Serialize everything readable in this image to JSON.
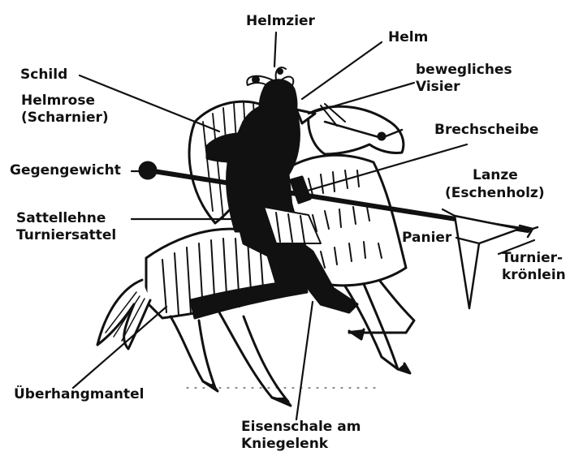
{
  "colors": {
    "ink": "#111111",
    "paper": "#ffffff"
  },
  "labels": {
    "helmzier": "Helmzier",
    "helm": "Helm",
    "visier_1": "bewegliches",
    "visier_2": "Visier",
    "schild": "Schild",
    "helmrose_1": "Helmrose",
    "helmrose_2": "(Scharnier)",
    "brechscheibe": "Brechscheibe",
    "gegengewicht": "Gegengewicht",
    "lanze_1": "Lanze",
    "lanze_2": "(Eschenholz)",
    "sattellehne_1": "Sattellehne",
    "sattellehne_2": "Turniersattel",
    "panier": "Panier",
    "turnier_1": "Turnier-",
    "turnier_2": "krönlein",
    "ueberhangmantel": "Überhangmantel",
    "eisenschale_1": "Eisenschale am",
    "eisenschale_2": "Kniegelenk"
  }
}
